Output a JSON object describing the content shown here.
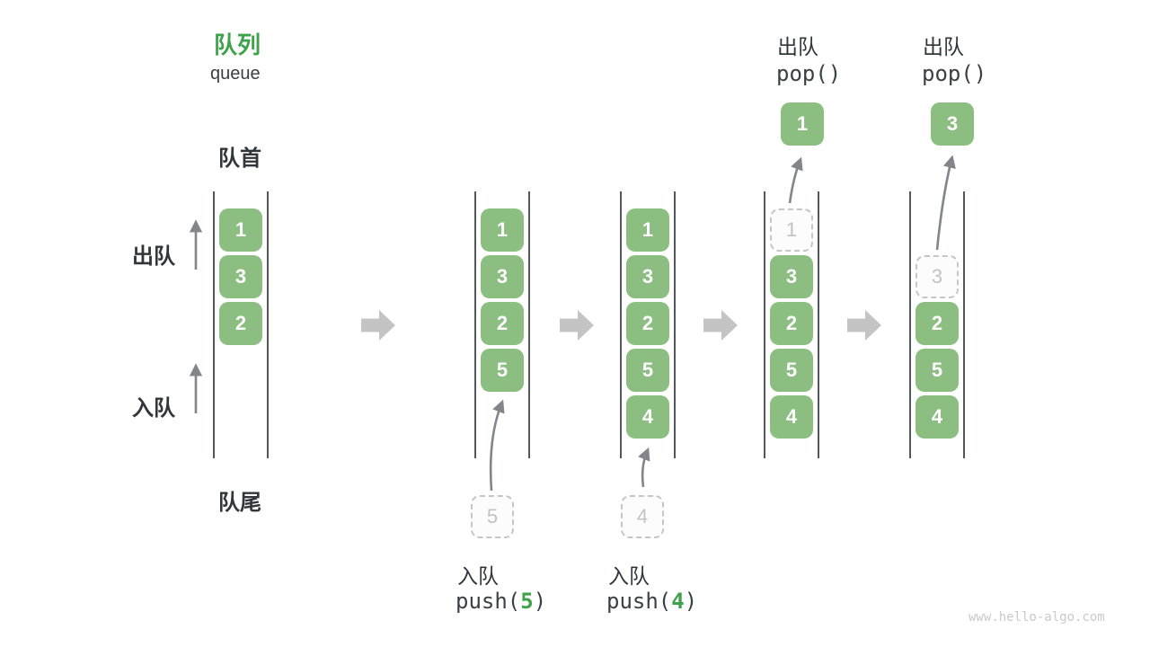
{
  "title": {
    "zh": "队列",
    "en": "queue"
  },
  "side_labels": {
    "front": "队首",
    "rear": "队尾",
    "dequeue": "出队",
    "enqueue": "入队"
  },
  "colors": {
    "box_green": "#8CBE82",
    "accent_green": "#3EA24B",
    "text_dark": "#31363B",
    "subtitle_text": "#3A3F44",
    "code_text": "#3B4045",
    "wall": "#53575B",
    "thin_arrow": "#82868A",
    "block_arrow": "#C4C4C4",
    "dashed_border": "#C6C6C6",
    "dashed_text": "#C2C2C2",
    "watermark": "#C9C9C9"
  },
  "states": [
    {
      "slots": [
        {
          "row": 0,
          "type": "filled",
          "value": "1"
        },
        {
          "row": 1,
          "type": "filled",
          "value": "3"
        },
        {
          "row": 2,
          "type": "filled",
          "value": "2"
        }
      ]
    },
    {
      "slots": [
        {
          "row": 0,
          "type": "filled",
          "value": "1"
        },
        {
          "row": 1,
          "type": "filled",
          "value": "3"
        },
        {
          "row": 2,
          "type": "filled",
          "value": "2"
        },
        {
          "row": 3,
          "type": "filled",
          "value": "5"
        }
      ],
      "incoming": "5",
      "op_zh": "入队",
      "op_fn": "push(",
      "op_arg": "5",
      "op_close": ")"
    },
    {
      "slots": [
        {
          "row": 0,
          "type": "filled",
          "value": "1"
        },
        {
          "row": 1,
          "type": "filled",
          "value": "3"
        },
        {
          "row": 2,
          "type": "filled",
          "value": "2"
        },
        {
          "row": 3,
          "type": "filled",
          "value": "5"
        },
        {
          "row": 4,
          "type": "filled",
          "value": "4"
        }
      ],
      "incoming": "4",
      "op_zh": "入队",
      "op_fn": "push(",
      "op_arg": "4",
      "op_close": ")"
    },
    {
      "slots": [
        {
          "row": 0,
          "type": "dashed",
          "value": "1"
        },
        {
          "row": 1,
          "type": "filled",
          "value": "3"
        },
        {
          "row": 2,
          "type": "filled",
          "value": "2"
        },
        {
          "row": 3,
          "type": "filled",
          "value": "5"
        },
        {
          "row": 4,
          "type": "filled",
          "value": "4"
        }
      ],
      "popped": "1",
      "op_zh": "出队",
      "op_fn": "pop(",
      "op_arg": "",
      "op_close": ")"
    },
    {
      "slots": [
        {
          "row": 1,
          "type": "dashed",
          "value": "3"
        },
        {
          "row": 2,
          "type": "filled",
          "value": "2"
        },
        {
          "row": 3,
          "type": "filled",
          "value": "5"
        },
        {
          "row": 4,
          "type": "filled",
          "value": "4"
        }
      ],
      "popped": "3",
      "op_zh": "出队",
      "op_fn": "pop(",
      "op_arg": "",
      "op_close": ")"
    }
  ],
  "watermark": "www.hello-algo.com"
}
